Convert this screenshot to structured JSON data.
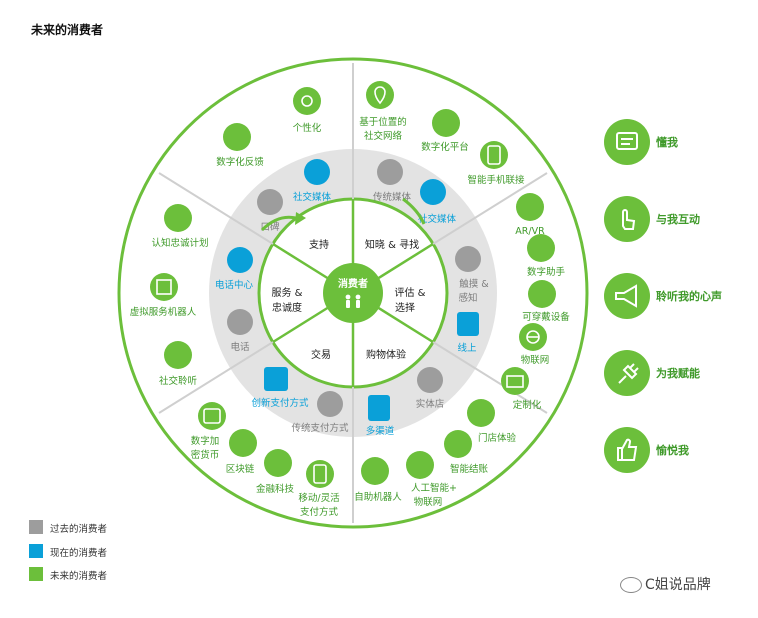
{
  "title": "未来的消费者",
  "center": {
    "label": "消费者"
  },
  "inner_sectors": [
    "支持",
    "知晓 & 寻找",
    "评估 &",
    "选择",
    "购物体验",
    "交易",
    "服务 &",
    "忠诚度"
  ],
  "future_items": [
    "个性化",
    "数字化反馈",
    "基于位置的",
    "社交网络",
    "数字化平台",
    "智能手机联接",
    "AR/VR",
    "数字助手",
    "可穿戴设备",
    "物联网",
    "定制化",
    "门店体验",
    "智能结账",
    "人工智能+",
    "物联网",
    "自助机器人",
    "移动/灵活",
    "支付方式",
    "金融科技",
    "区块链",
    "数字加",
    "密货币",
    "社交聆听",
    "虚拟服务机器人",
    "认知忠诚计划"
  ],
  "current_items": [
    "社交媒体",
    "社交媒体",
    "线上",
    "多渠道",
    "创新支付方式",
    "电话中心"
  ],
  "past_items": [
    "口碑",
    "传统媒体",
    "触摸 &",
    "感知",
    "实体店",
    "传统支付方式",
    "电话"
  ],
  "right_labels": [
    {
      "label": "懂我",
      "icon": "id-card-icon"
    },
    {
      "label": "与我互动",
      "icon": "touch-hand-icon"
    },
    {
      "label": "聆听我的心声",
      "icon": "megaphone-icon"
    },
    {
      "label": "为我赋能",
      "icon": "plug-icon"
    },
    {
      "label": "愉悦我",
      "icon": "thumbs-up-icon"
    }
  ],
  "legend": [
    {
      "label": "过去的消费者",
      "color": "#9d9d9d"
    },
    {
      "label": "现在的消费者",
      "color": "#0aa0d8"
    },
    {
      "label": "未来的消费者",
      "color": "#6cbf3b"
    }
  ],
  "watermark": "C姐说品牌",
  "colors": {
    "green": "#6cbf3b",
    "blue": "#0aa0d8",
    "gray": "#9d9d9d",
    "ring": "#e3e3e3"
  }
}
